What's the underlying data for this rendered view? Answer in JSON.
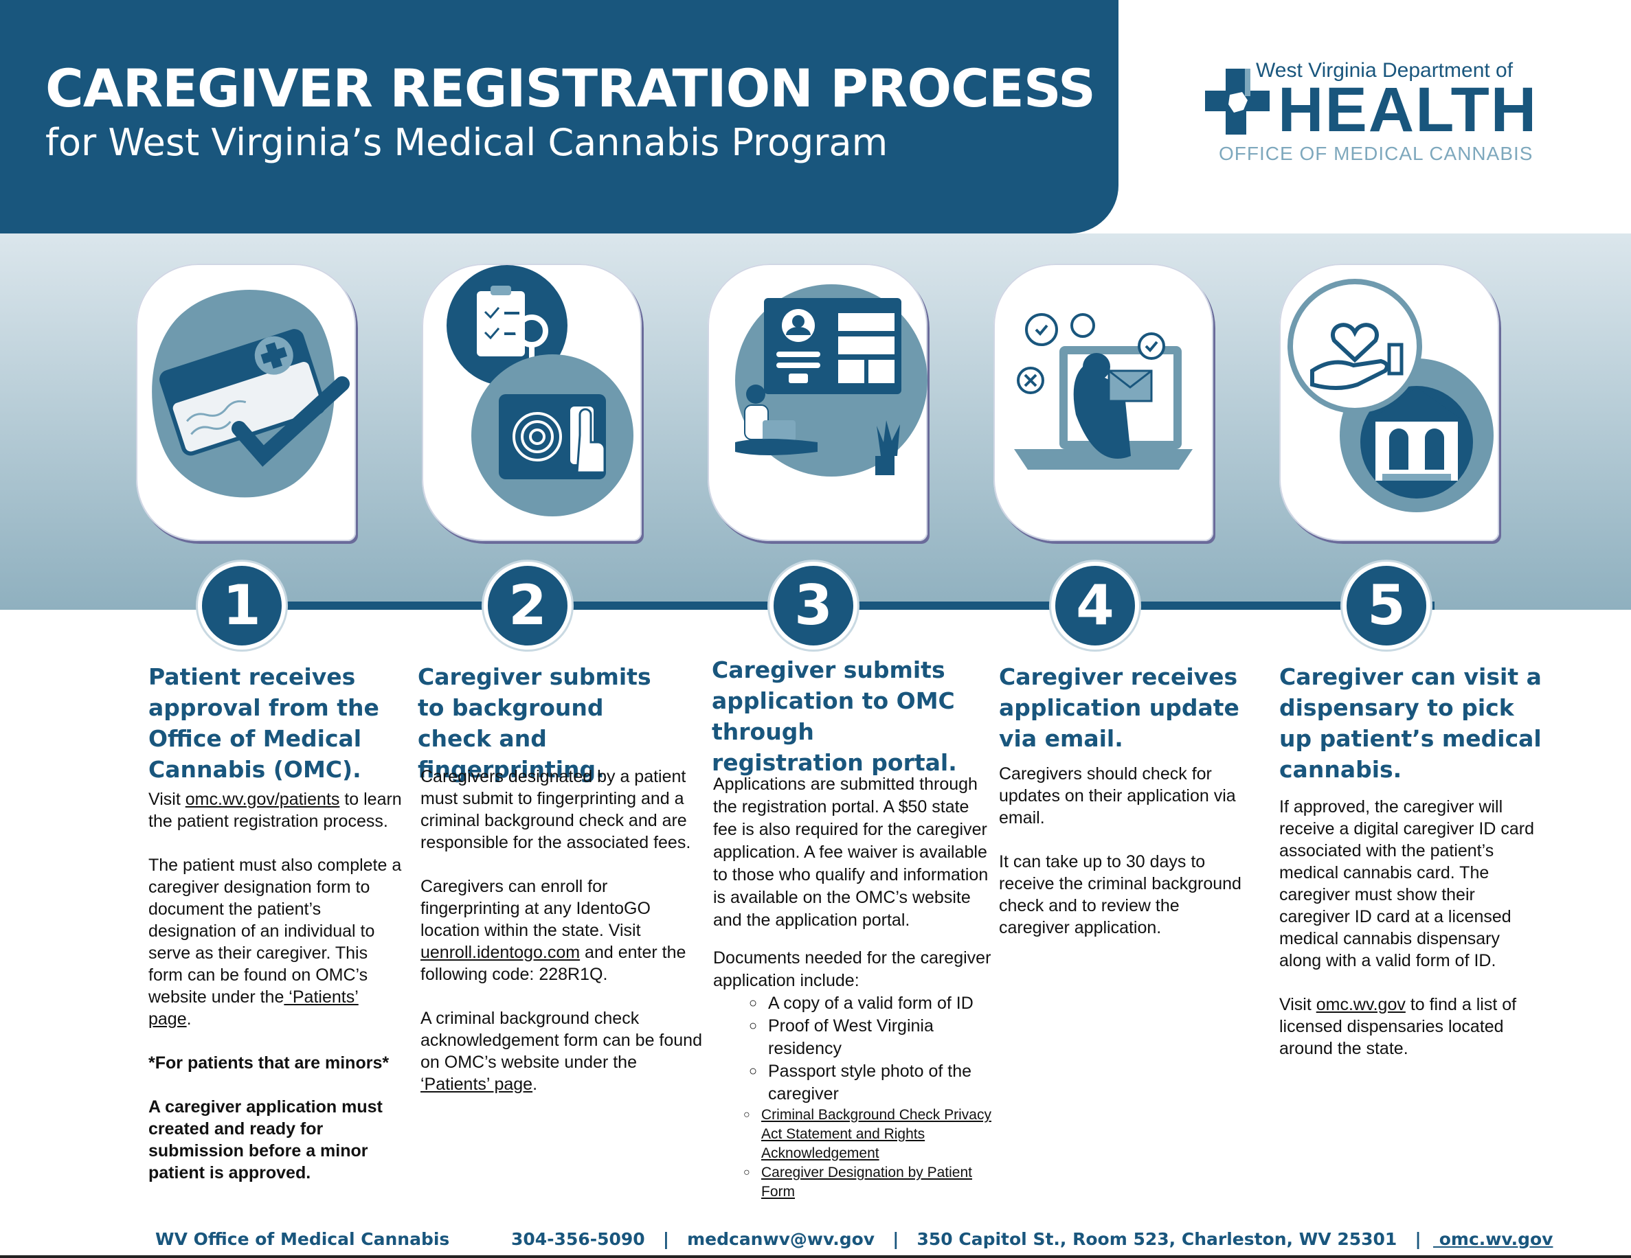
{
  "header": {
    "title": "CAREGIVER REGISTRATION PROCESS",
    "subtitle": "for West Virginia’s Medical Cannabis Program"
  },
  "logo": {
    "dept": "West Virginia Department of",
    "health": "HEALTH",
    "office": "OFFICE OF MEDICAL CANNABIS"
  },
  "colors": {
    "primary": "#19567d",
    "accent": "#7ea8bd",
    "illustration": "#6f9aae"
  },
  "icons": [
    "medical-card-check-icon",
    "clipboard-fingerprint-icon",
    "registration-portal-icon",
    "email-update-icon",
    "dispensary-care-icon"
  ],
  "steps": [
    {
      "number": "1",
      "heading": "Patient receives approval from the Office of Medical Cannabis (OMC).",
      "p1_pre": "Visit ",
      "p1_link": "omc.wv.gov/patients",
      "p1_post": " to learn the patient registration process.",
      "p2_pre": "The patient must also complete a caregiver designation form to document the patient’s designation of an individual to serve as their caregiver. This form can be found on OMC’s website under the",
      "p2_link": " ‘Patients’ page",
      "p2_post": ".",
      "p3": "*For patients that are minors*",
      "p4": "A caregiver application must created and ready for submission before a minor patient is approved."
    },
    {
      "number": "2",
      "heading": "Caregiver submits to background check and fingerprinting.",
      "p1": "Caregivers designated by a patient must submit to fingerprinting and a criminal background check and are responsible for the associated fees.",
      "p2_pre": "Caregivers can enroll for fingerprinting at any IdentoGO location within the state. Visit ",
      "p2_link": "uenroll.identogo.com",
      "p2_post": " and enter the following code: 228R1Q.",
      "p3_pre": "A criminal background check acknowledgement form can be found on OMC’s website under the ",
      "p3_link": "‘Patients’ page",
      "p3_post": "."
    },
    {
      "number": "3",
      "heading": "Caregiver submits application to OMC through registration portal.",
      "p1": "Applications are submitted through the registration portal. A $50 state fee is also required for the caregiver application. A fee waiver is available to those who qualify and information is available on the OMC’s website and the application portal.",
      "p2": "Documents needed for the caregiver application include:",
      "docs": [
        "A copy of a valid form of ID",
        "Proof of West Virginia residency",
        "Passport style photo of the caregiver"
      ],
      "docs_links": [
        "Criminal Background Check Privacy Act Statement and Rights Acknowledgement",
        "Caregiver Designation by Patient Form"
      ]
    },
    {
      "number": "4",
      "heading": "Caregiver receives application update via email.",
      "p1": "Caregivers should check for updates on their application via email.",
      "p2": "It can take up to 30 days to receive the criminal background check and to review the caregiver application."
    },
    {
      "number": "5",
      "heading": "Caregiver can visit a dispensary to pick up patient’s medical cannabis.",
      "p1": "If approved, the caregiver will receive a digital caregiver ID card associated with the patient’s medical cannabis card. The caregiver must show their caregiver ID card at a licensed medical cannabis dispensary along with a valid form of ID.",
      "p2_pre": "Visit ",
      "p2_link": "omc.wv.gov",
      "p2_post": " to find a list of licensed dispensaries located around the state."
    }
  ],
  "footer": {
    "org": "WV Office of Medical Cannabis",
    "phone": "304-356-5090",
    "sep": "|",
    "email": "medcanwv@wv.gov",
    "address": "350 Capitol St., Room 523, Charleston, WV 25301",
    "website": " omc.wv.gov"
  }
}
